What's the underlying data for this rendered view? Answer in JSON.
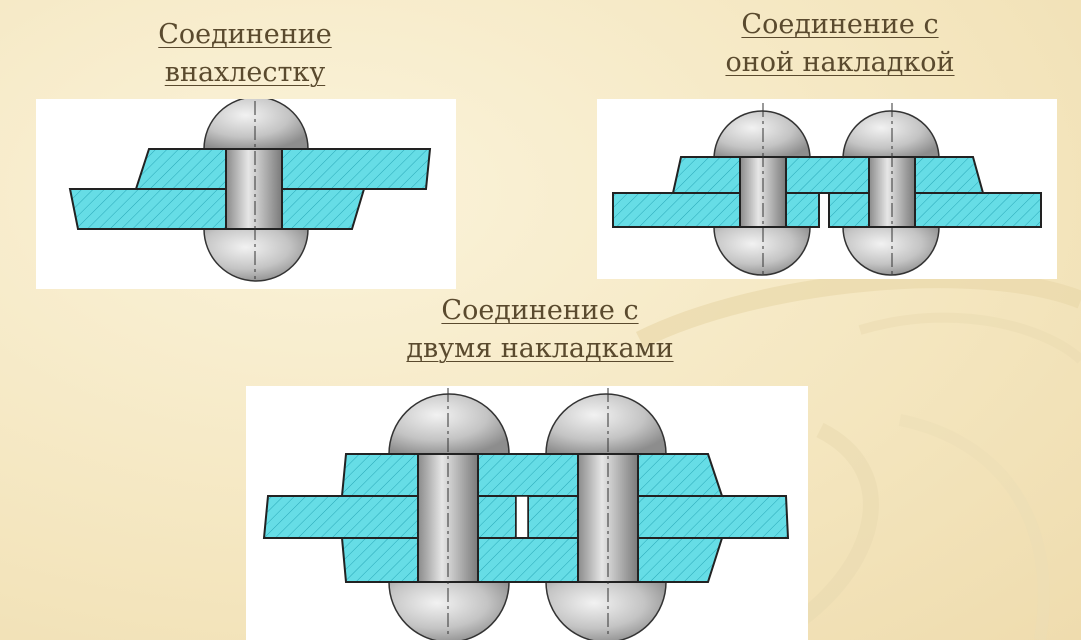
{
  "slide": {
    "captions": {
      "lap": {
        "line1": "Соединение",
        "line2": "внахлестку"
      },
      "single_strap": {
        "line1": "Соединение с",
        "line2": "оной накладкой"
      },
      "double_strap": {
        "line1": "Соединение с",
        "line2": "двумя накладками"
      }
    },
    "colors": {
      "background": "#f4e6bf",
      "plate_fill": "#66dde6",
      "hatch": "#2aa9b8",
      "rivet": "#bdbdbd",
      "caption_text": "#5a4a2e"
    }
  }
}
